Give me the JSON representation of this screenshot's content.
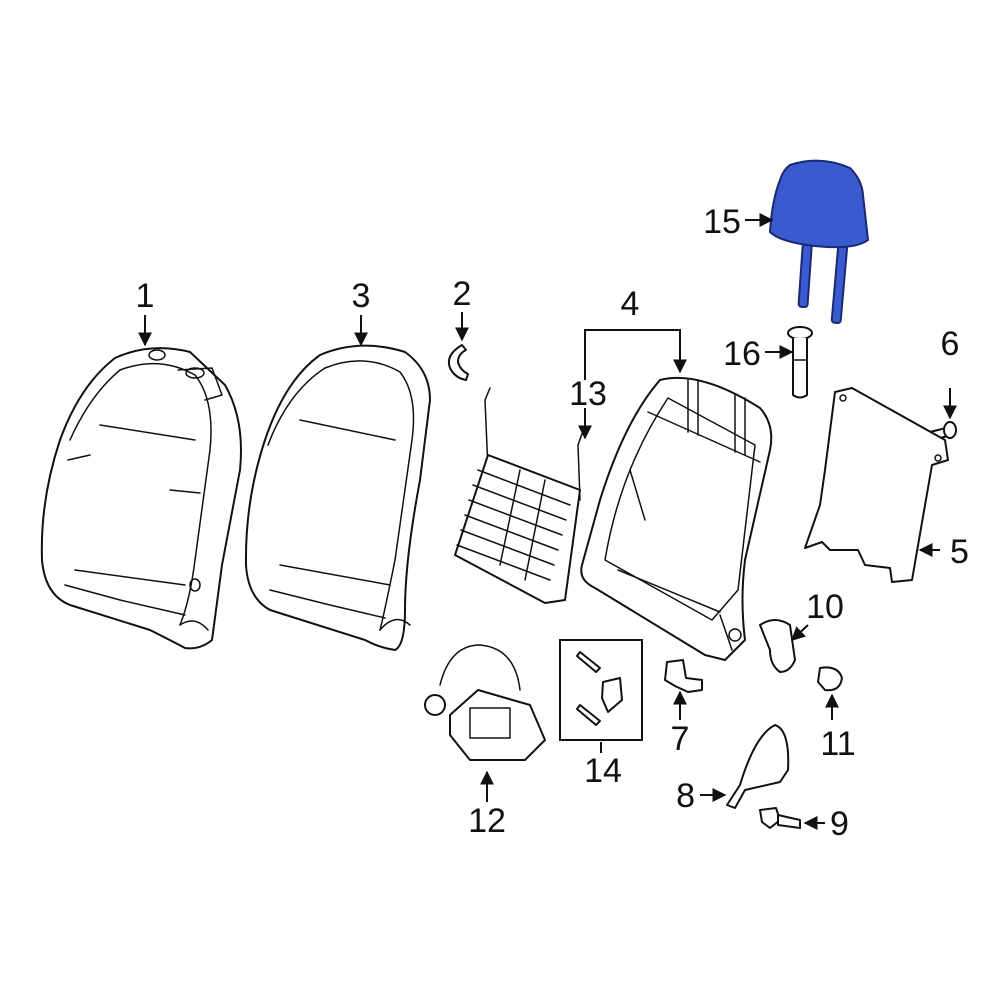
{
  "colors": {
    "line": "#111111",
    "background": "#ffffff",
    "highlight": "#3a5bd0",
    "highlight_stroke": "#1a2a70"
  },
  "highlighted_part": "15",
  "callouts": [
    {
      "id": "1",
      "label": "1"
    },
    {
      "id": "2",
      "label": "2"
    },
    {
      "id": "3",
      "label": "3"
    },
    {
      "id": "4",
      "label": "4"
    },
    {
      "id": "5",
      "label": "5"
    },
    {
      "id": "6",
      "label": "6"
    },
    {
      "id": "7",
      "label": "7"
    },
    {
      "id": "8",
      "label": "8"
    },
    {
      "id": "9",
      "label": "9"
    },
    {
      "id": "10",
      "label": "10"
    },
    {
      "id": "11",
      "label": "11"
    },
    {
      "id": "12",
      "label": "12"
    },
    {
      "id": "13",
      "label": "13"
    },
    {
      "id": "14",
      "label": "14"
    },
    {
      "id": "15",
      "label": "15"
    },
    {
      "id": "16",
      "label": "16"
    }
  ]
}
